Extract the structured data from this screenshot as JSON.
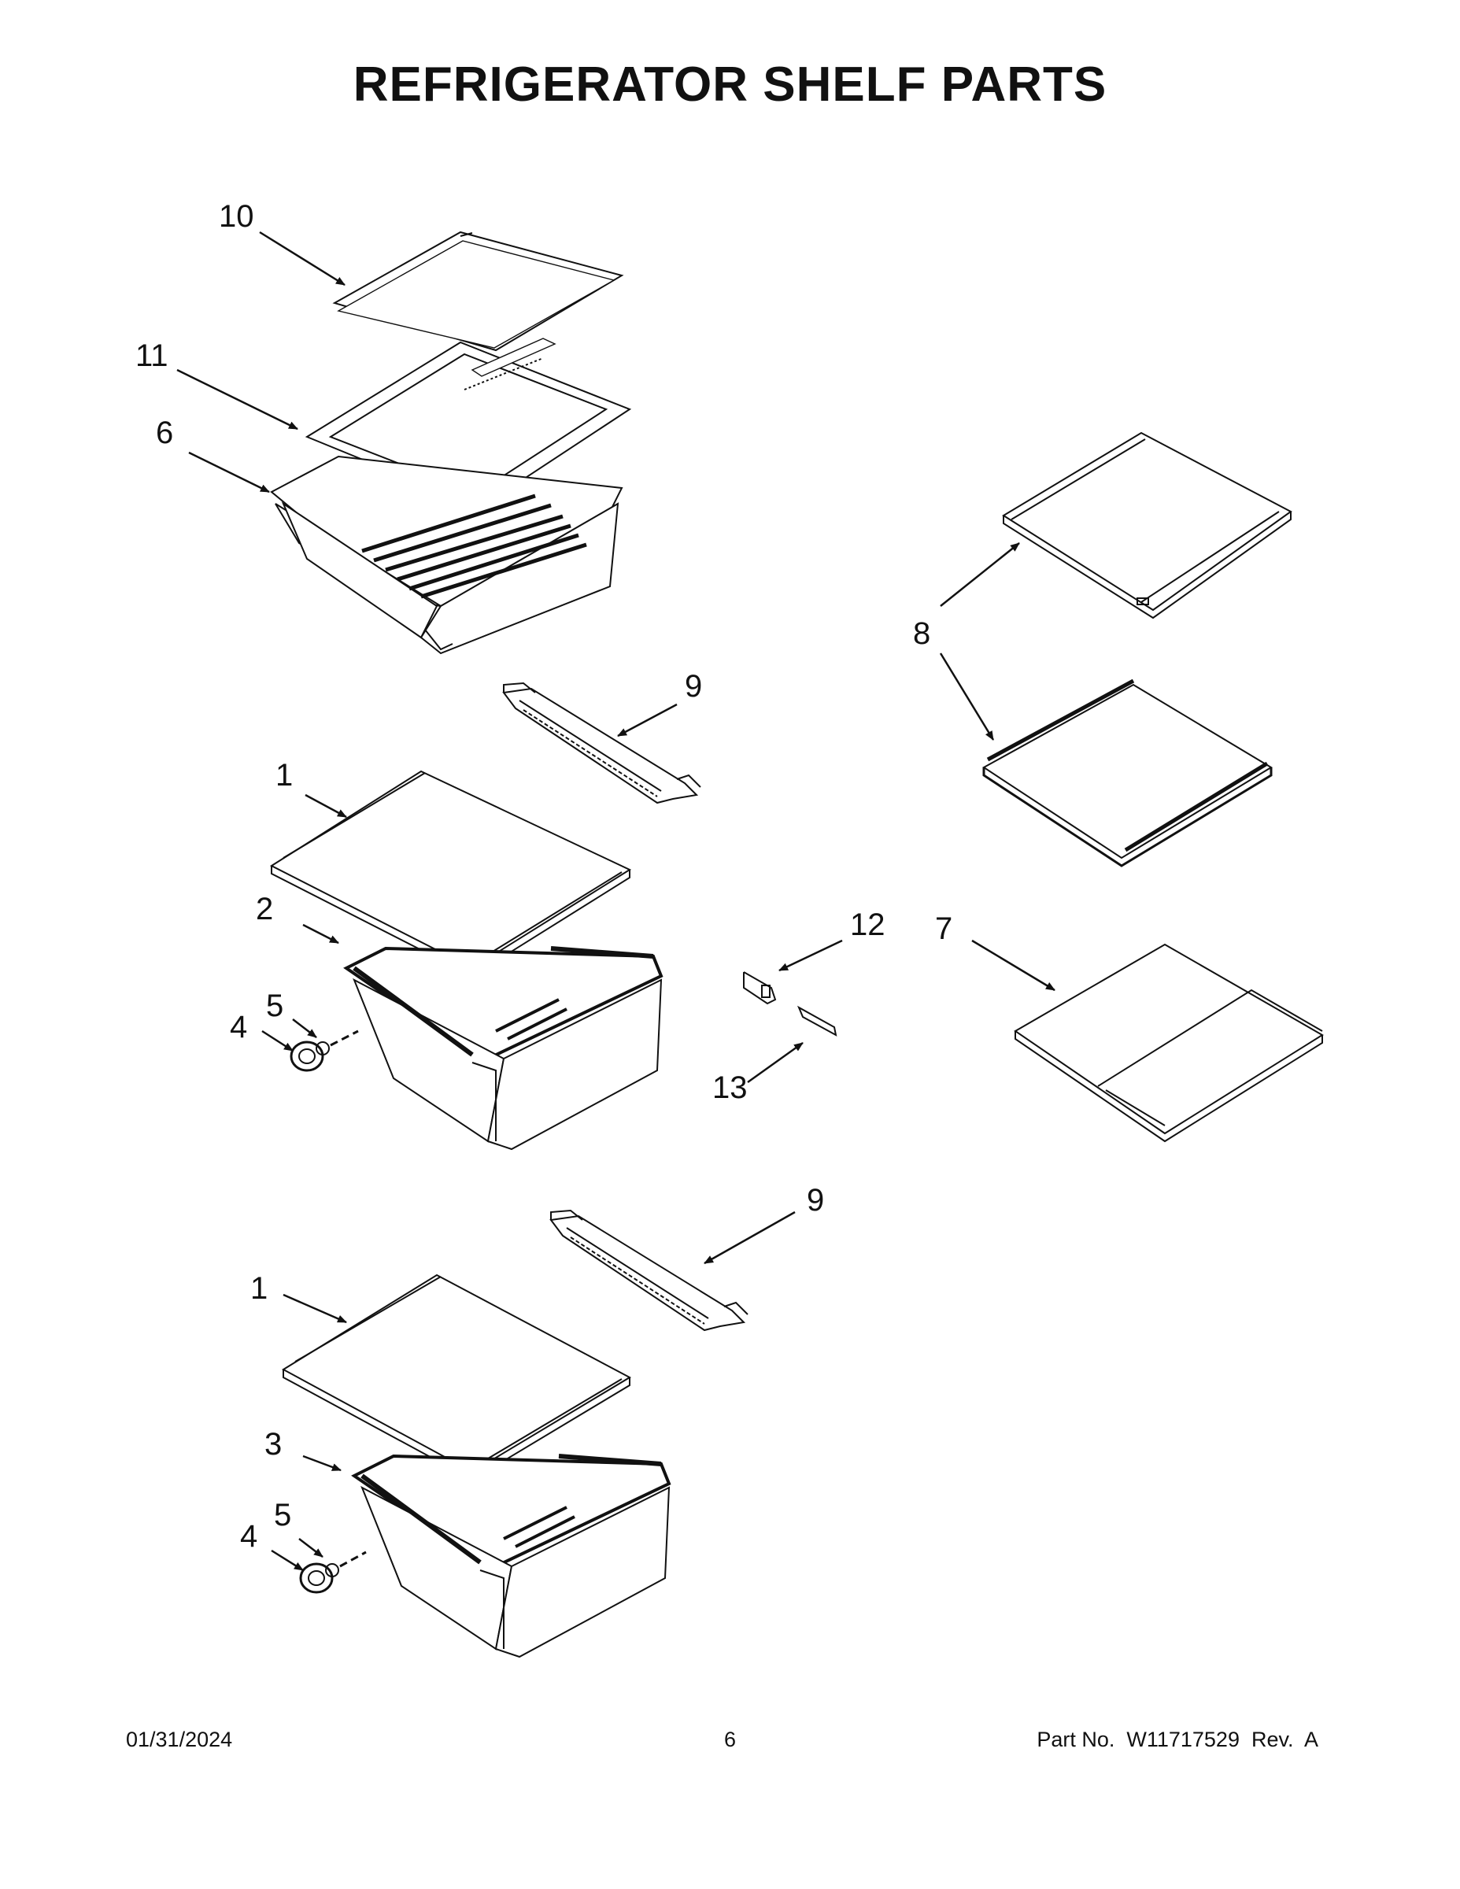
{
  "title": "REFRIGERATOR SHELF PARTS",
  "callouts": {
    "c10": "10",
    "c11": "11",
    "c6": "6",
    "c9a": "9",
    "c8": "8",
    "c1a": "1",
    "c12": "12",
    "c2": "2",
    "c7": "7",
    "c5a": "5",
    "c4a": "4",
    "c13": "13",
    "c9b": "9",
    "c1b": "1",
    "c3": "3",
    "c5b": "5",
    "c4b": "4"
  },
  "footer": {
    "date": "01/31/2024",
    "page": "6",
    "part_no": "Part No.  W11717529  Rev.  A"
  }
}
